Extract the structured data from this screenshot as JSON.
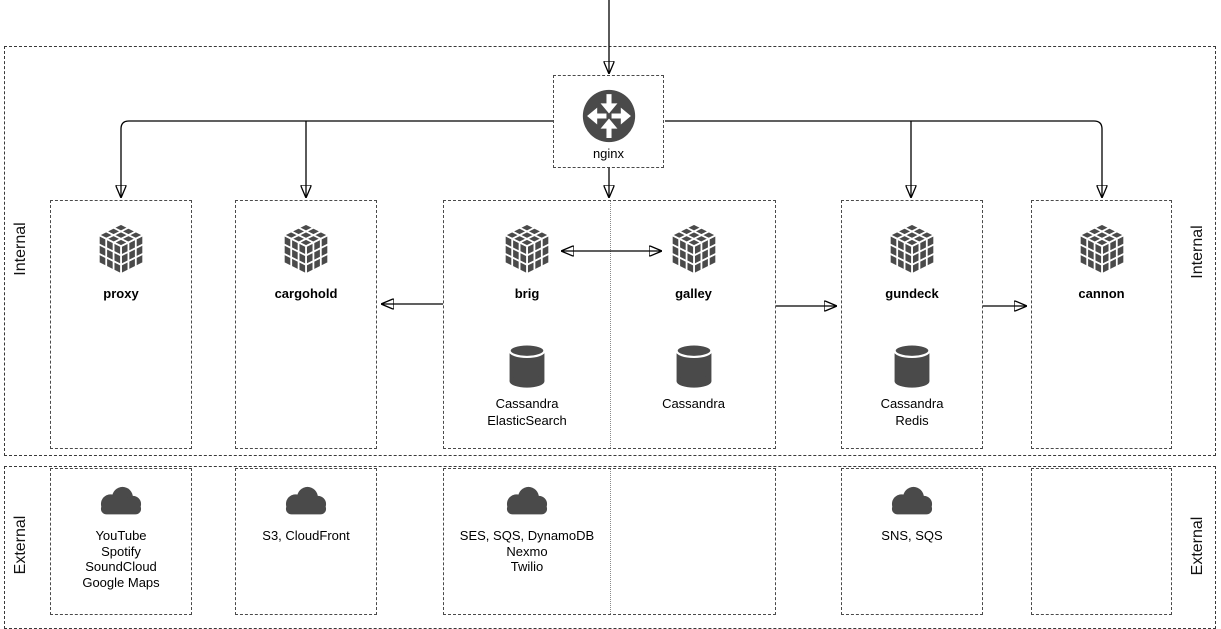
{
  "zones": {
    "internal_label": "Internal",
    "external_label": "External"
  },
  "router": {
    "label": "nginx",
    "icon": "router-icon"
  },
  "services": {
    "proxy": {
      "label": "proxy",
      "icon": "cube-icon"
    },
    "cargohold": {
      "label": "cargohold",
      "icon": "cube-icon"
    },
    "brig": {
      "label": "brig",
      "icon": "cube-icon",
      "databases": [
        "Cassandra",
        "ElasticSearch"
      ]
    },
    "galley": {
      "label": "galley",
      "icon": "cube-icon",
      "databases": [
        "Cassandra"
      ]
    },
    "gundeck": {
      "label": "gundeck",
      "icon": "cube-icon",
      "databases": [
        "Cassandra",
        "Redis"
      ]
    },
    "cannon": {
      "label": "cannon",
      "icon": "cube-icon"
    }
  },
  "external_services": {
    "proxy": {
      "icon": "cloud-icon",
      "items": [
        "YouTube",
        "Spotify",
        "SoundCloud",
        "Google Maps"
      ]
    },
    "cargohold": {
      "icon": "cloud-icon",
      "items": [
        "S3, CloudFront"
      ]
    },
    "brig": {
      "icon": "cloud-icon",
      "items": [
        "SES, SQS, DynamoDB",
        "Nexmo",
        "Twilio"
      ]
    },
    "gundeck": {
      "icon": "cloud-icon",
      "items": [
        "SNS, SQS"
      ]
    }
  },
  "connections": [
    {
      "from": "inbound-traffic",
      "to": "nginx",
      "type": "arrow"
    },
    {
      "from": "nginx",
      "to": "proxy",
      "type": "arrow"
    },
    {
      "from": "nginx",
      "to": "cargohold",
      "type": "arrow"
    },
    {
      "from": "nginx",
      "to": "brig-galley",
      "type": "arrow"
    },
    {
      "from": "nginx",
      "to": "gundeck",
      "type": "arrow"
    },
    {
      "from": "nginx",
      "to": "cannon",
      "type": "arrow"
    },
    {
      "from": "brig",
      "to": "galley",
      "type": "double-arrow"
    },
    {
      "from": "brig-galley",
      "to": "cargohold",
      "type": "arrow"
    },
    {
      "from": "brig-galley",
      "to": "gundeck",
      "type": "arrow"
    },
    {
      "from": "gundeck",
      "to": "cannon",
      "type": "arrow"
    }
  ],
  "colors": {
    "icon": "#4a4a4a",
    "line": "#000000",
    "border": "#4a4a4a",
    "background": "#ffffff"
  }
}
